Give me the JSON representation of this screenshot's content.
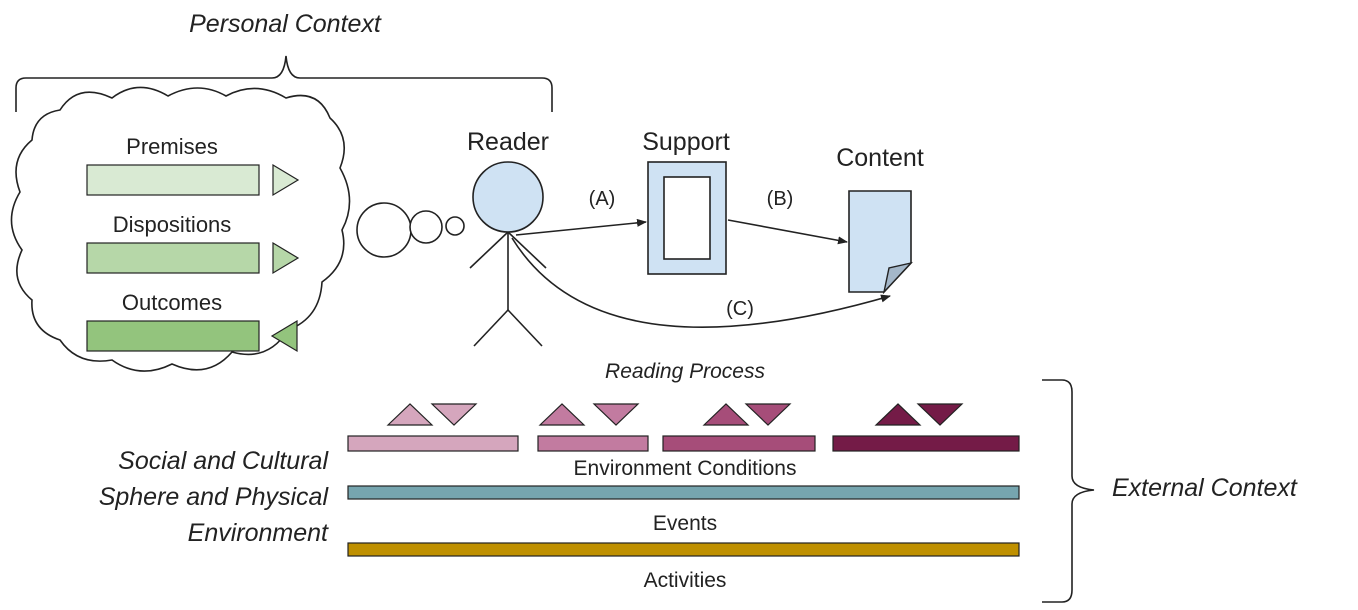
{
  "personal_context": {
    "title": "Personal Context",
    "items": [
      {
        "label": "Premises",
        "color": "#d9ead3",
        "arrow": "right"
      },
      {
        "label": "Dispositions",
        "color": "#b6d7a8",
        "arrow": "right"
      },
      {
        "label": "Outcomes",
        "color": "#93c47d",
        "arrow": "left"
      }
    ]
  },
  "reader": {
    "label": "Reader"
  },
  "support": {
    "label": "Support"
  },
  "content": {
    "label": "Content"
  },
  "relations": {
    "a": "(A)",
    "b": "(B)",
    "c": "(C)"
  },
  "reading_process": {
    "label": "Reading Process",
    "stage_colors": [
      "#d5a6bd",
      "#c27ba0",
      "#a64d79",
      "#741b47"
    ]
  },
  "environment_conditions": {
    "label": "Environment Conditions"
  },
  "events": {
    "label": "Events",
    "color": "#76a5af"
  },
  "activities": {
    "label": "Activities",
    "color": "#bf9000"
  },
  "social_sphere": {
    "lines": [
      "Social and Cultural",
      "Sphere and Physical",
      "Environment"
    ]
  },
  "external_context": {
    "label": "External Context"
  },
  "colors": {
    "reader_fill": "#cfe2f3",
    "support_fill": "#cfe2f3",
    "content_fill": "#cfe2f3",
    "outline": "#222222"
  }
}
